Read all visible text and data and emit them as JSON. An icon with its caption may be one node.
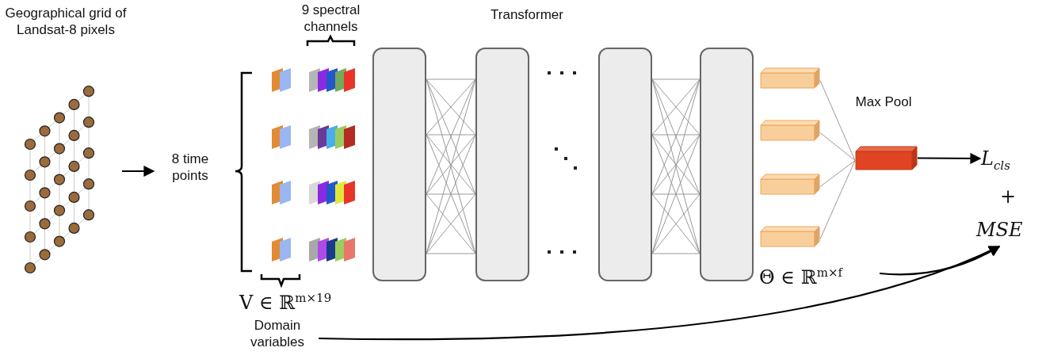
{
  "diagram": {
    "nodes": [
      {
        "text": [
          "Geographical grid of Landsat-8 pixels"
        ]
      },
      {
        "text": [
          "8 time points"
        ]
      },
      {
        "text": [
          "Domain variables"
        ]
      },
      {
        "text": [],
        "shape": "box"
      },
      {
        "text": [],
        "shape": "box"
      },
      {
        "text": [],
        "shape": "box"
      },
      {
        "text": [],
        "shape": "box"
      },
      {
        "text": [],
        "shape": "box"
      },
      {
        "text": [],
        "shape": "box"
      },
      {
        "text": [],
        "shape": "box"
      },
      {
        "text": [],
        "shape": "box"
      },
      {
        "text": [],
        "shape": "box"
      },
      {
        "text": [
          "L$_{cls}$"
        ]
      },
      {
        "text": [
          "MSE"
        ]
      },
      {
        "text": [
          "Θ ∈ ℝ$^{m×f}$"
        ]
      }
    ],
    "edges": [
      {
        "from": 0,
        "to": 1,
        "arrow": "to",
        "color": "#000000"
      },
      {
        "from": 3,
        "to": 4,
        "arrow": "none"
      },
      {
        "from": 5,
        "to": 6,
        "arrow": "none"
      },
      {
        "from": 7,
        "to": 11,
        "arrow": "none"
      },
      {
        "from": 8,
        "to": 11,
        "arrow": "none"
      },
      {
        "from": 9,
        "to": 11,
        "arrow": "none"
      },
      {
        "from": 10,
        "to": 11,
        "arrow": "none"
      },
      {
        "from": 11,
        "to": 12,
        "arrow": "to",
        "color": "#000000"
      },
      {
        "from": 14,
        "to": 13,
        "arrow": "to",
        "color": "#000000"
      },
      {
        "from": 2,
        "to": 13,
        "arrow": "to",
        "color": "#000000"
      }
    ],
    "labels": [
      "9 spectral channels",
      "Transformer",
      "V ∈ ℝ$^{m×19}$",
      "Max Pool",
      "+"
    ]
  }
}
